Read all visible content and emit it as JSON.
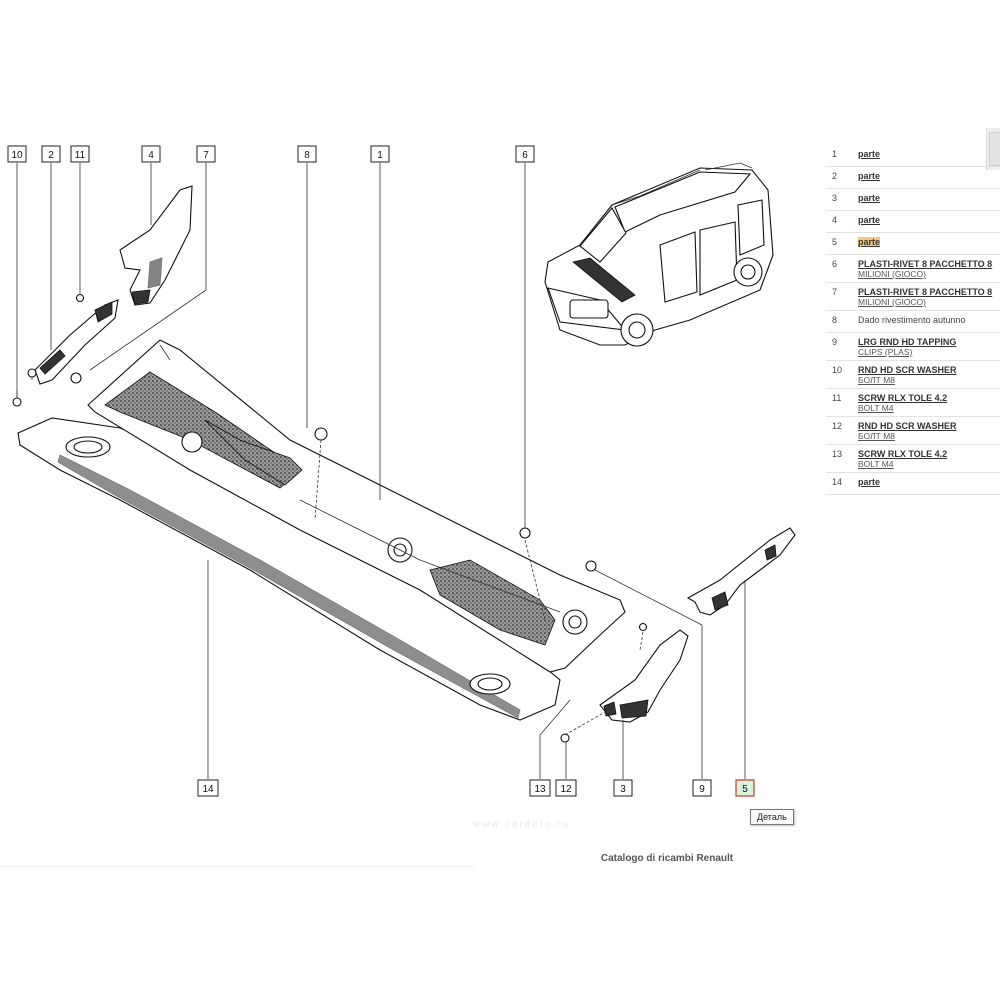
{
  "callouts": [
    {
      "id": "10",
      "label": "10"
    },
    {
      "id": "2",
      "label": "2"
    },
    {
      "id": "11",
      "label": "11"
    },
    {
      "id": "4",
      "label": "4"
    },
    {
      "id": "7",
      "label": "7"
    },
    {
      "id": "8",
      "label": "8"
    },
    {
      "id": "1",
      "label": "1"
    },
    {
      "id": "6",
      "label": "6"
    },
    {
      "id": "14",
      "label": "14"
    },
    {
      "id": "13",
      "label": "13"
    },
    {
      "id": "12",
      "label": "12"
    },
    {
      "id": "3",
      "label": "3"
    },
    {
      "id": "9",
      "label": "9"
    },
    {
      "id": "5",
      "label": "5",
      "active": true
    }
  ],
  "parts": [
    {
      "num": "1",
      "main": "parte"
    },
    {
      "num": "2",
      "main": "parte"
    },
    {
      "num": "3",
      "main": "parte"
    },
    {
      "num": "4",
      "main": "parte"
    },
    {
      "num": "5",
      "main": "parte",
      "highlight": true
    },
    {
      "num": "6",
      "main": "PLASTI-RIVET 8 PACCHETTO 8",
      "sub": "MILIONI (GIOCO)"
    },
    {
      "num": "7",
      "main": "PLASTI-RIVET 8 PACCHETTO 8",
      "sub": "MILIONI (GIOCO)"
    },
    {
      "num": "8",
      "plain": "Dado rivestimento autunno"
    },
    {
      "num": "9",
      "main": "LRG RND HD TAPPING",
      "sub": "CLIPS (PLAS)"
    },
    {
      "num": "10",
      "main": "RND HD SCR WASHER",
      "sub": "БОЛТ М8"
    },
    {
      "num": "11",
      "main": "SCRW RLX TOLE 4.2",
      "sub": "BOLT M4"
    },
    {
      "num": "12",
      "main": "RND HD SCR WASHER",
      "sub": "БОЛТ М8"
    },
    {
      "num": "13",
      "main": "SCRW RLX TOLE 4.2",
      "sub": "BOLT M4"
    },
    {
      "num": "14",
      "main": "parte"
    }
  ],
  "tooltip": "Деталь",
  "caption": "Catalogo di ricambi Renault",
  "watermark": "www.cardoto.ru",
  "colors": {
    "highlight": "#f6c784",
    "active_callout_fill": "#d9f2dc",
    "active_callout_border": "#c0392b"
  }
}
